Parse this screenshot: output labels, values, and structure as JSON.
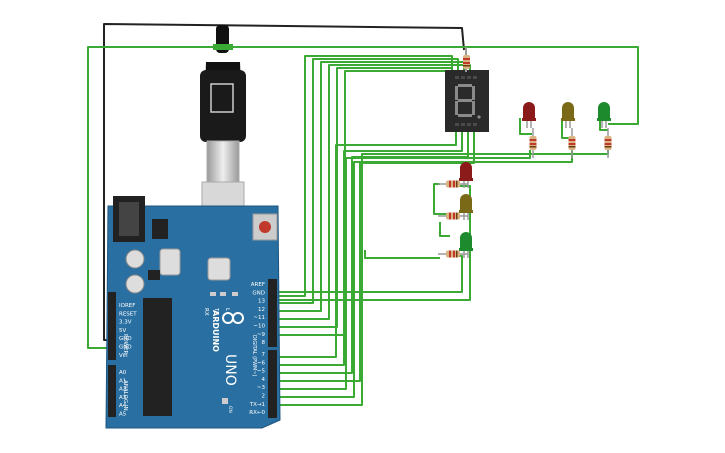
{
  "board": {
    "power_pins": [
      "IOREF",
      "RESET",
      "3.3V",
      "5V",
      "GND",
      "GND",
      "Vin"
    ],
    "analog_pins": [
      "A0",
      "A1",
      "A2",
      "A3",
      "A4",
      "A5"
    ],
    "power_label": "POWER",
    "analog_label": "ANALOG IN",
    "digital_top_pins": [
      "AREF",
      "GND",
      "13",
      "12",
      "~11",
      "~10",
      "~9",
      "8"
    ],
    "digital_bottom_pins": [
      "7",
      "~6",
      "~5",
      "4",
      "~3",
      "2",
      "TX→1",
      "RX←0"
    ],
    "digital_label": "DIGITAL (PWM~)",
    "brand": "ARDUINO",
    "model": "UNO",
    "led_labels": [
      "RX",
      "TX",
      "L"
    ],
    "on_label": "ON"
  },
  "display": {
    "digit": "8"
  },
  "leds_top": [
    {
      "color": "red"
    },
    {
      "color": "yellow"
    },
    {
      "color": "green"
    }
  ],
  "leds_side": [
    {
      "color": "red"
    },
    {
      "color": "yellow"
    },
    {
      "color": "green"
    }
  ],
  "colors": {
    "wire": "#3aaa35",
    "wire_dark": "#222222",
    "board": "#2a6fa1",
    "red": "#8b1a1a",
    "yellow": "#7a6a18",
    "green": "#1e8a2e"
  }
}
